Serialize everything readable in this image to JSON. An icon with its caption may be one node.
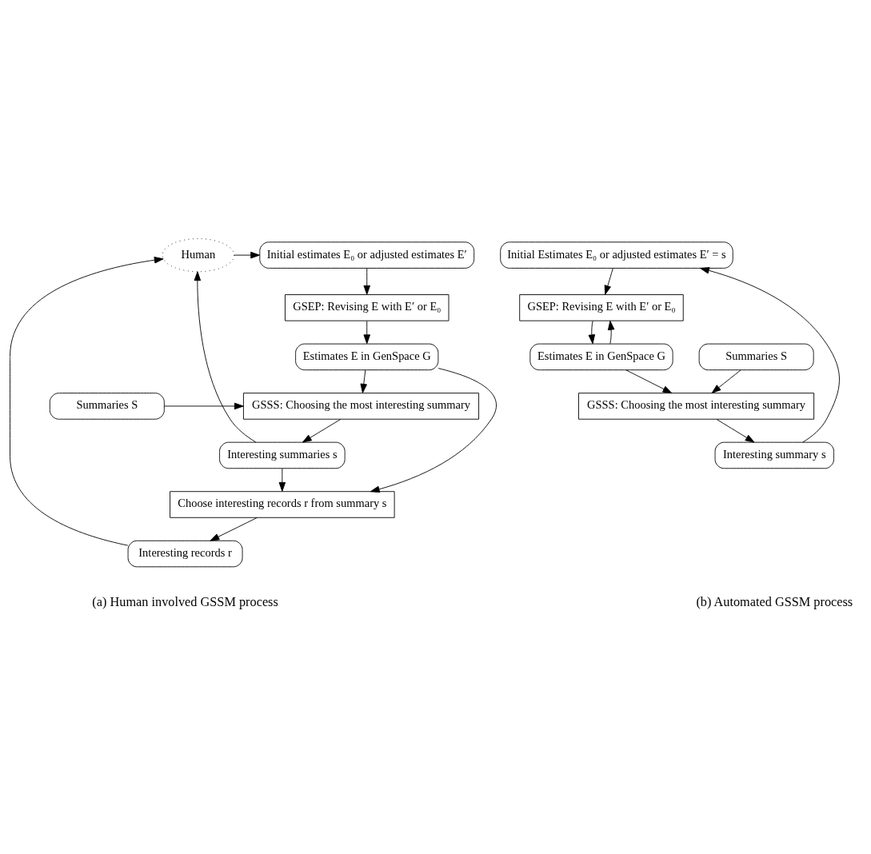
{
  "diagram": {
    "nodes": [
      {
        "text": [
          "Initial estimates E₀ or adjusted estimates E′"
        ]
      },
      {
        "text": [
          "Human"
        ]
      },
      {
        "text": [
          "GSEP: Revising E with E′ or E₀"
        ]
      },
      {
        "text": [
          "Estimates E in GenSpace G"
        ]
      },
      {
        "text": [
          "Summaries S"
        ]
      },
      {
        "text": [
          "GSSS: Choosing the most interesting summary"
        ]
      },
      {
        "text": [
          "Interesting summaries s"
        ]
      },
      {
        "text": [
          "Choose interesting records r from summary s"
        ]
      },
      {
        "text": [
          "Interesting records r"
        ]
      },
      {
        "text": [
          "Initial Estimates E₀ or adjusted estimates E′ = s"
        ]
      },
      {
        "text": [
          "GSEP: Revising E with E′ or E₀"
        ]
      },
      {
        "text": [
          "Summaries S"
        ]
      },
      {
        "text": [
          "Estimates E in GenSpace G"
        ]
      },
      {
        "text": [
          "GSSS: Choosing the most interesting summary"
        ]
      },
      {
        "text": [
          "Interesting summary s"
        ]
      }
    ],
    "edges": [
      {
        "from": 1,
        "to": 0,
        "arrow": "to"
      },
      {
        "from": 0,
        "to": 2,
        "arrow": "to"
      },
      {
        "from": 2,
        "to": 3,
        "arrow": "to"
      },
      {
        "from": 3,
        "to": 5,
        "arrow": "to"
      },
      {
        "from": 4,
        "to": 5,
        "arrow": "to"
      },
      {
        "from": 5,
        "to": 6,
        "arrow": "to"
      },
      {
        "from": 6,
        "to": 7,
        "arrow": "to"
      },
      {
        "from": 3,
        "to": 7,
        "arrow": "to"
      },
      {
        "from": 7,
        "to": 8,
        "arrow": "to"
      },
      {
        "from": 6,
        "to": 1,
        "arrow": "to"
      },
      {
        "from": 8,
        "to": 1,
        "arrow": "to"
      },
      {
        "from": 9,
        "to": 10,
        "arrow": "to"
      },
      {
        "from": 10,
        "to": 12,
        "arrow": "to"
      },
      {
        "from": 12,
        "to": 10,
        "arrow": "to"
      },
      {
        "from": 11,
        "to": 13,
        "arrow": "to"
      },
      {
        "from": 12,
        "to": 13,
        "arrow": "to"
      },
      {
        "from": 13,
        "to": 14,
        "arrow": "to"
      },
      {
        "from": 14,
        "to": 9,
        "arrow": "to"
      }
    ],
    "labels": [
      "(a) Human involved GSSM process",
      "(b) Automated GSSM process"
    ]
  }
}
